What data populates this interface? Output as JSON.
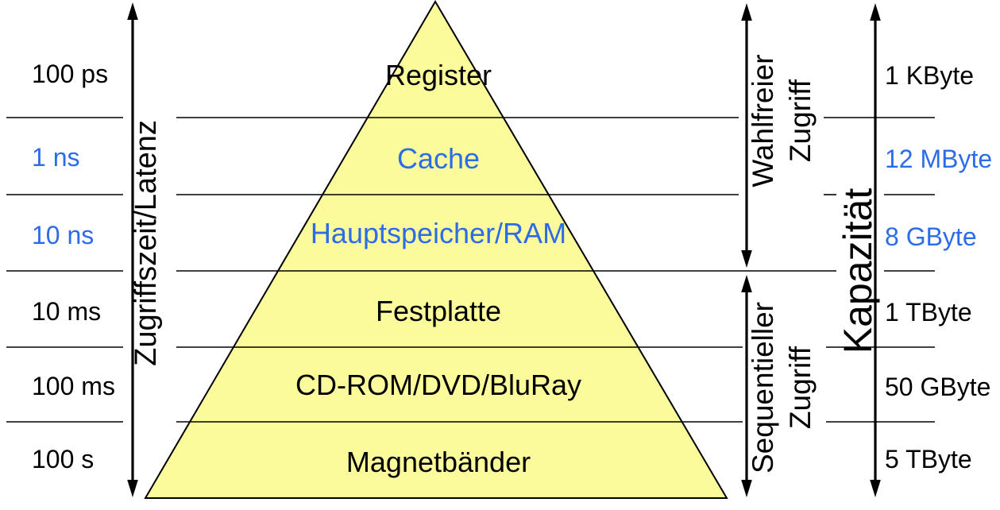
{
  "colors": {
    "label_blue": "#2d6ce8",
    "pyramid_fill": "#fbfb9b",
    "line_black": "#000000"
  },
  "left_axis": {
    "label": "Zugriffszeit/Latenz"
  },
  "right_axis": {
    "label": "Kapazität"
  },
  "access_modes": {
    "random": {
      "line1": "Wahlfreier",
      "line2": "Zugriff"
    },
    "sequential": {
      "line1": "Sequentieller",
      "line2": "Zugriff"
    }
  },
  "levels": [
    {
      "name": "Register",
      "access_time": "100 ps",
      "capacity": "1 KByte",
      "color": "black"
    },
    {
      "name": "Cache",
      "access_time": "1 ns",
      "capacity": "12 MByte",
      "color": "blue"
    },
    {
      "name": "Hauptspeicher/RAM",
      "access_time": "10 ns",
      "capacity": "8 GByte",
      "color": "blue"
    },
    {
      "name": "Festplatte",
      "access_time": "10 ms",
      "capacity": "1 TByte",
      "color": "black"
    },
    {
      "name": "CD-ROM/DVD/BluRay",
      "access_time": "100 ms",
      "capacity": "50 GByte",
      "color": "black"
    },
    {
      "name": "Magnetbänder",
      "access_time": "100 s",
      "capacity": "5 TByte",
      "color": "black"
    }
  ]
}
